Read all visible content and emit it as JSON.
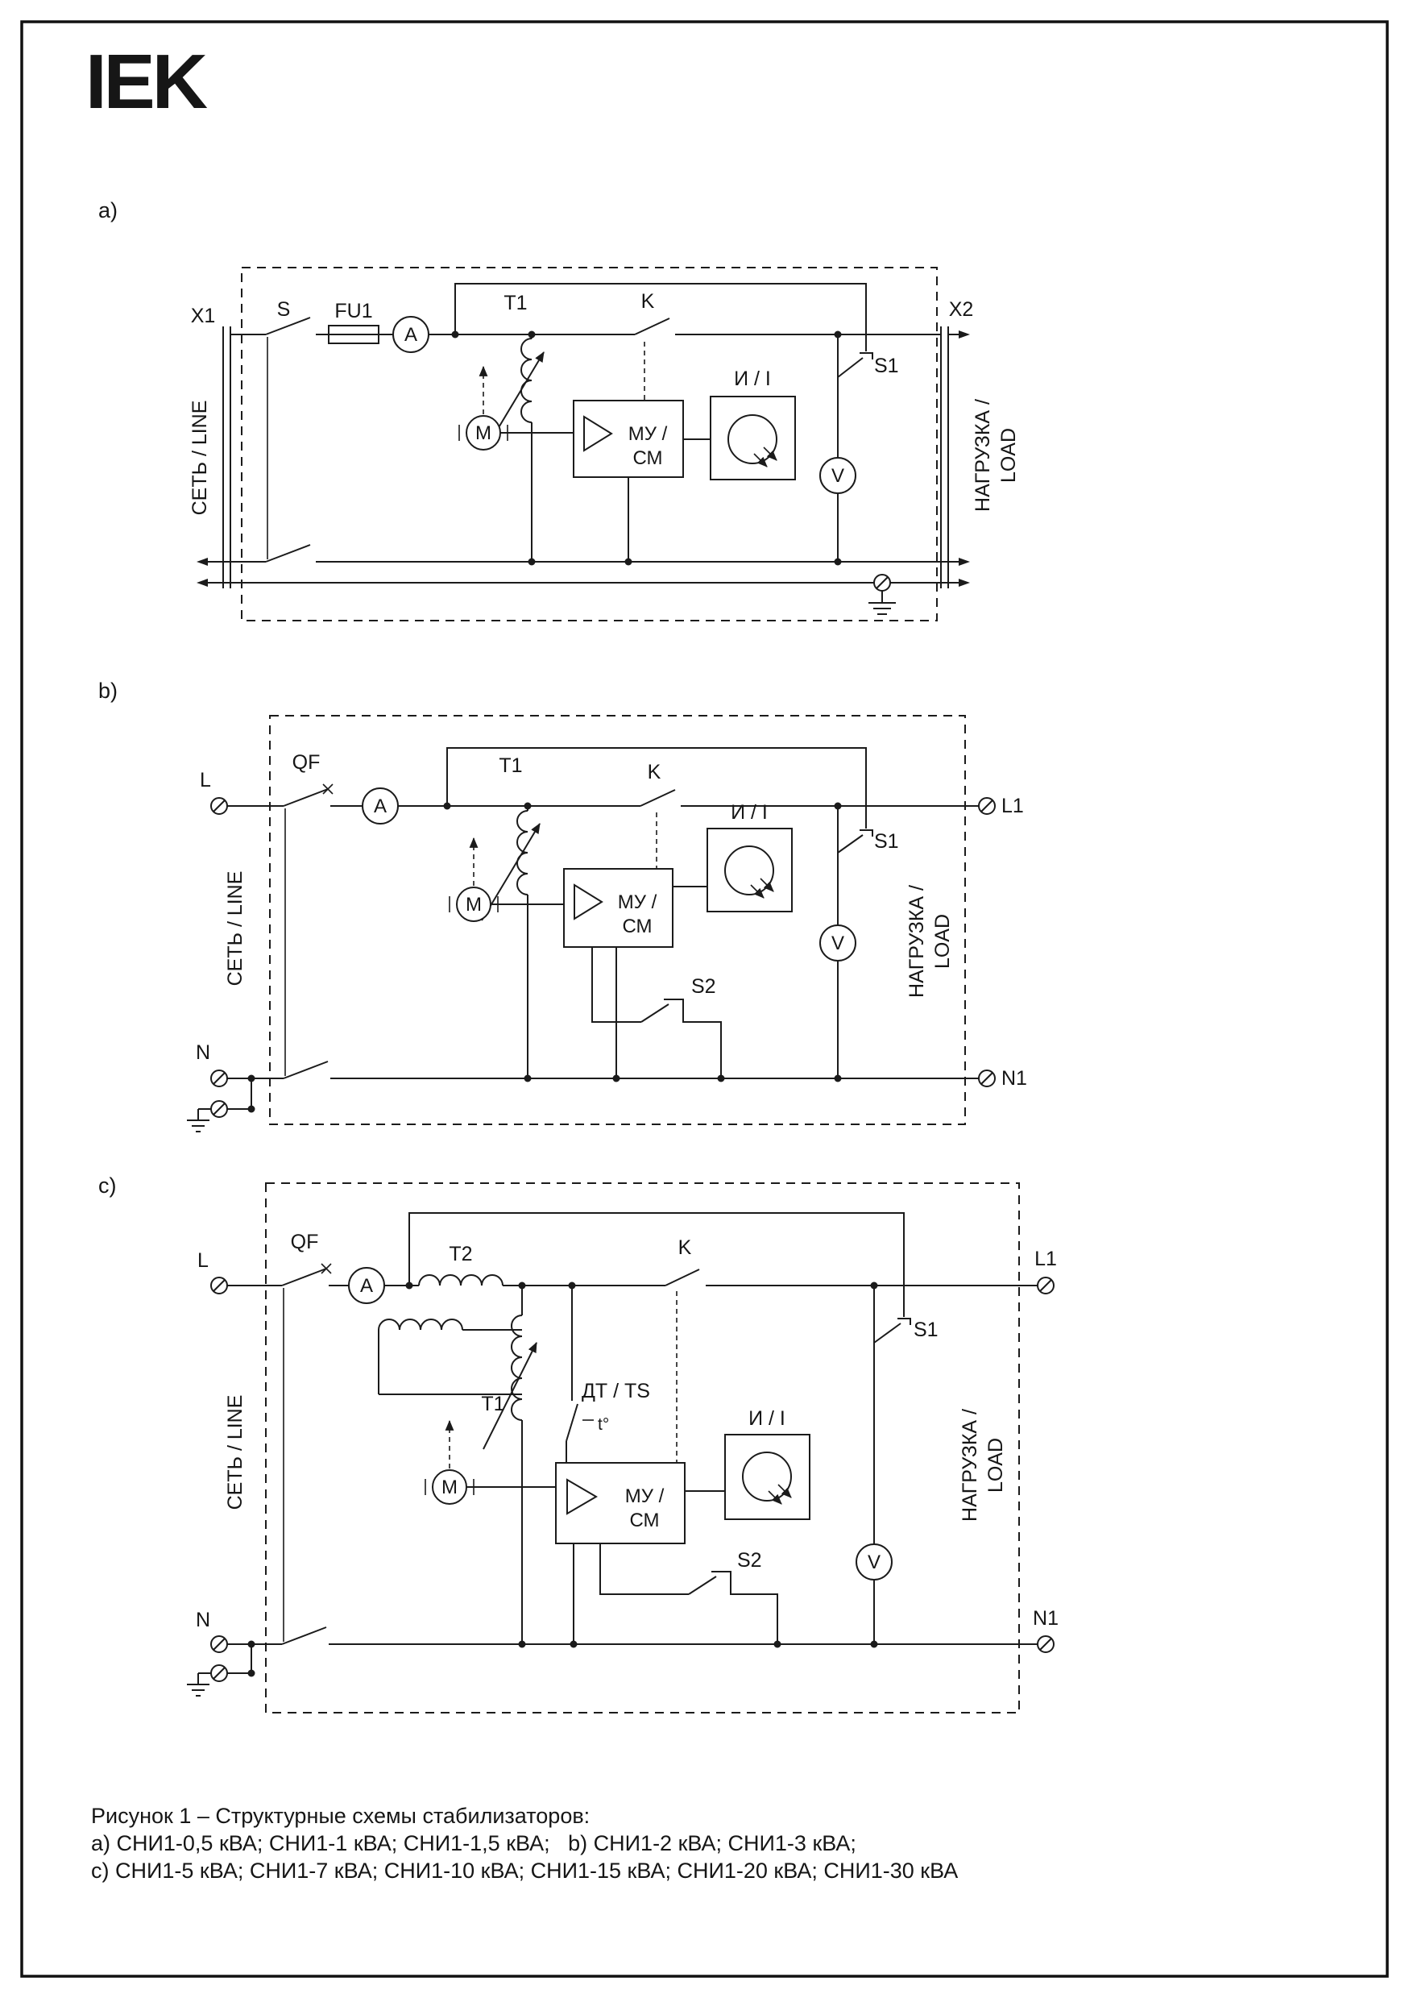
{
  "page": {
    "logo": "IEK"
  },
  "caption": {
    "line1": "Рисунок 1 – Структурные схемы стабилизаторов:",
    "line2": "a) СНИ1-0,5 кВА; СНИ1-1 кВА; СНИ1-1,5 кВА;   b) СНИ1-2 кВА; СНИ1-3 кВА;",
    "line3": "c) СНИ1-5 кВА; СНИ1-7 кВА; СНИ1-10 кВА; СНИ1-15 кВА; СНИ1-20 кВА; СНИ1-30 кВА"
  },
  "diagram_a": {
    "label": "a)",
    "x1": "X1",
    "x2": "X2",
    "s": "S",
    "fu1": "FU1",
    "ammeter": "A",
    "t1": "T1",
    "k": "K",
    "motor": "М",
    "mu1": "МУ /",
    "mu2": "СМ",
    "ind": "И / I",
    "s1": "S1",
    "voltmeter": "V",
    "line": "СЕТЬ / LINE",
    "load1": "НАГРУЗКА /",
    "load2": "LOAD"
  },
  "diagram_b": {
    "label": "b)",
    "l": "L",
    "n": "N",
    "l1": "L1",
    "n1": "N1",
    "qf": "QF",
    "ammeter": "A",
    "t1": "T1",
    "k": "K",
    "motor": "М",
    "mu1": "МУ /",
    "mu2": "СМ",
    "ind": "И / I",
    "s1": "S1",
    "s2": "S2",
    "voltmeter": "V",
    "line": "СЕТЬ / LINE",
    "load1": "НАГРУЗКА /",
    "load2": "LOAD"
  },
  "diagram_c": {
    "label": "c)",
    "l": "L",
    "n": "N",
    "l1": "L1",
    "n1": "N1",
    "qf": "QF",
    "ammeter": "A",
    "t1": "T1",
    "t2": "T2",
    "dt": "ДТ / TS",
    "t_deg": "t°",
    "k": "K",
    "motor": "М",
    "mu1": "МУ /",
    "mu2": "СМ",
    "ind": "И / I",
    "s1": "S1",
    "s2": "S2",
    "voltmeter": "V",
    "line": "СЕТЬ / LINE",
    "load1": "НАГРУЗКА /",
    "load2": "LOAD"
  }
}
